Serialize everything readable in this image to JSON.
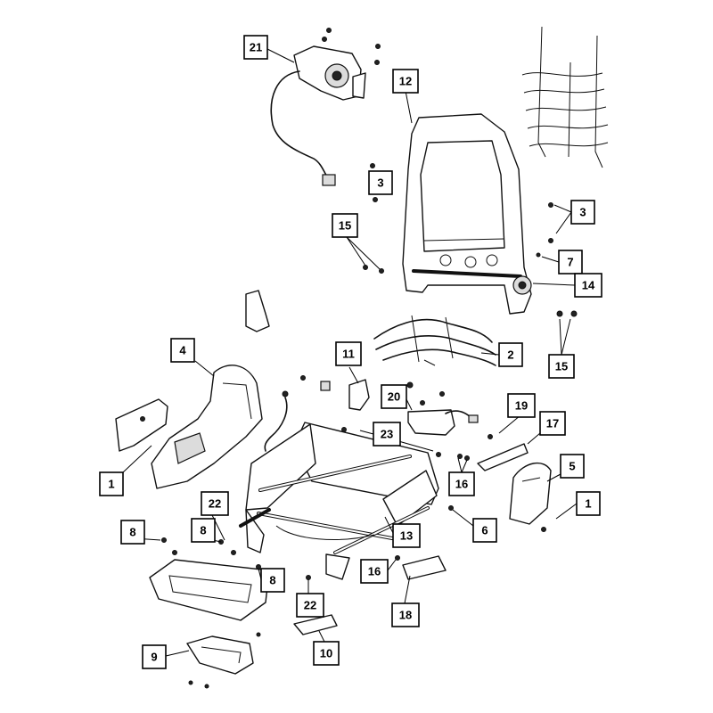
{
  "diagram": {
    "callouts": [
      "21",
      "12",
      "3",
      "3",
      "15",
      "7",
      "14",
      "2",
      "11",
      "4",
      "20",
      "19",
      "17",
      "23",
      "5",
      "1",
      "16",
      "6",
      "1",
      "22",
      "8",
      "8",
      "13",
      "8",
      "16",
      "22",
      "18",
      "9",
      "10",
      "15"
    ]
  }
}
